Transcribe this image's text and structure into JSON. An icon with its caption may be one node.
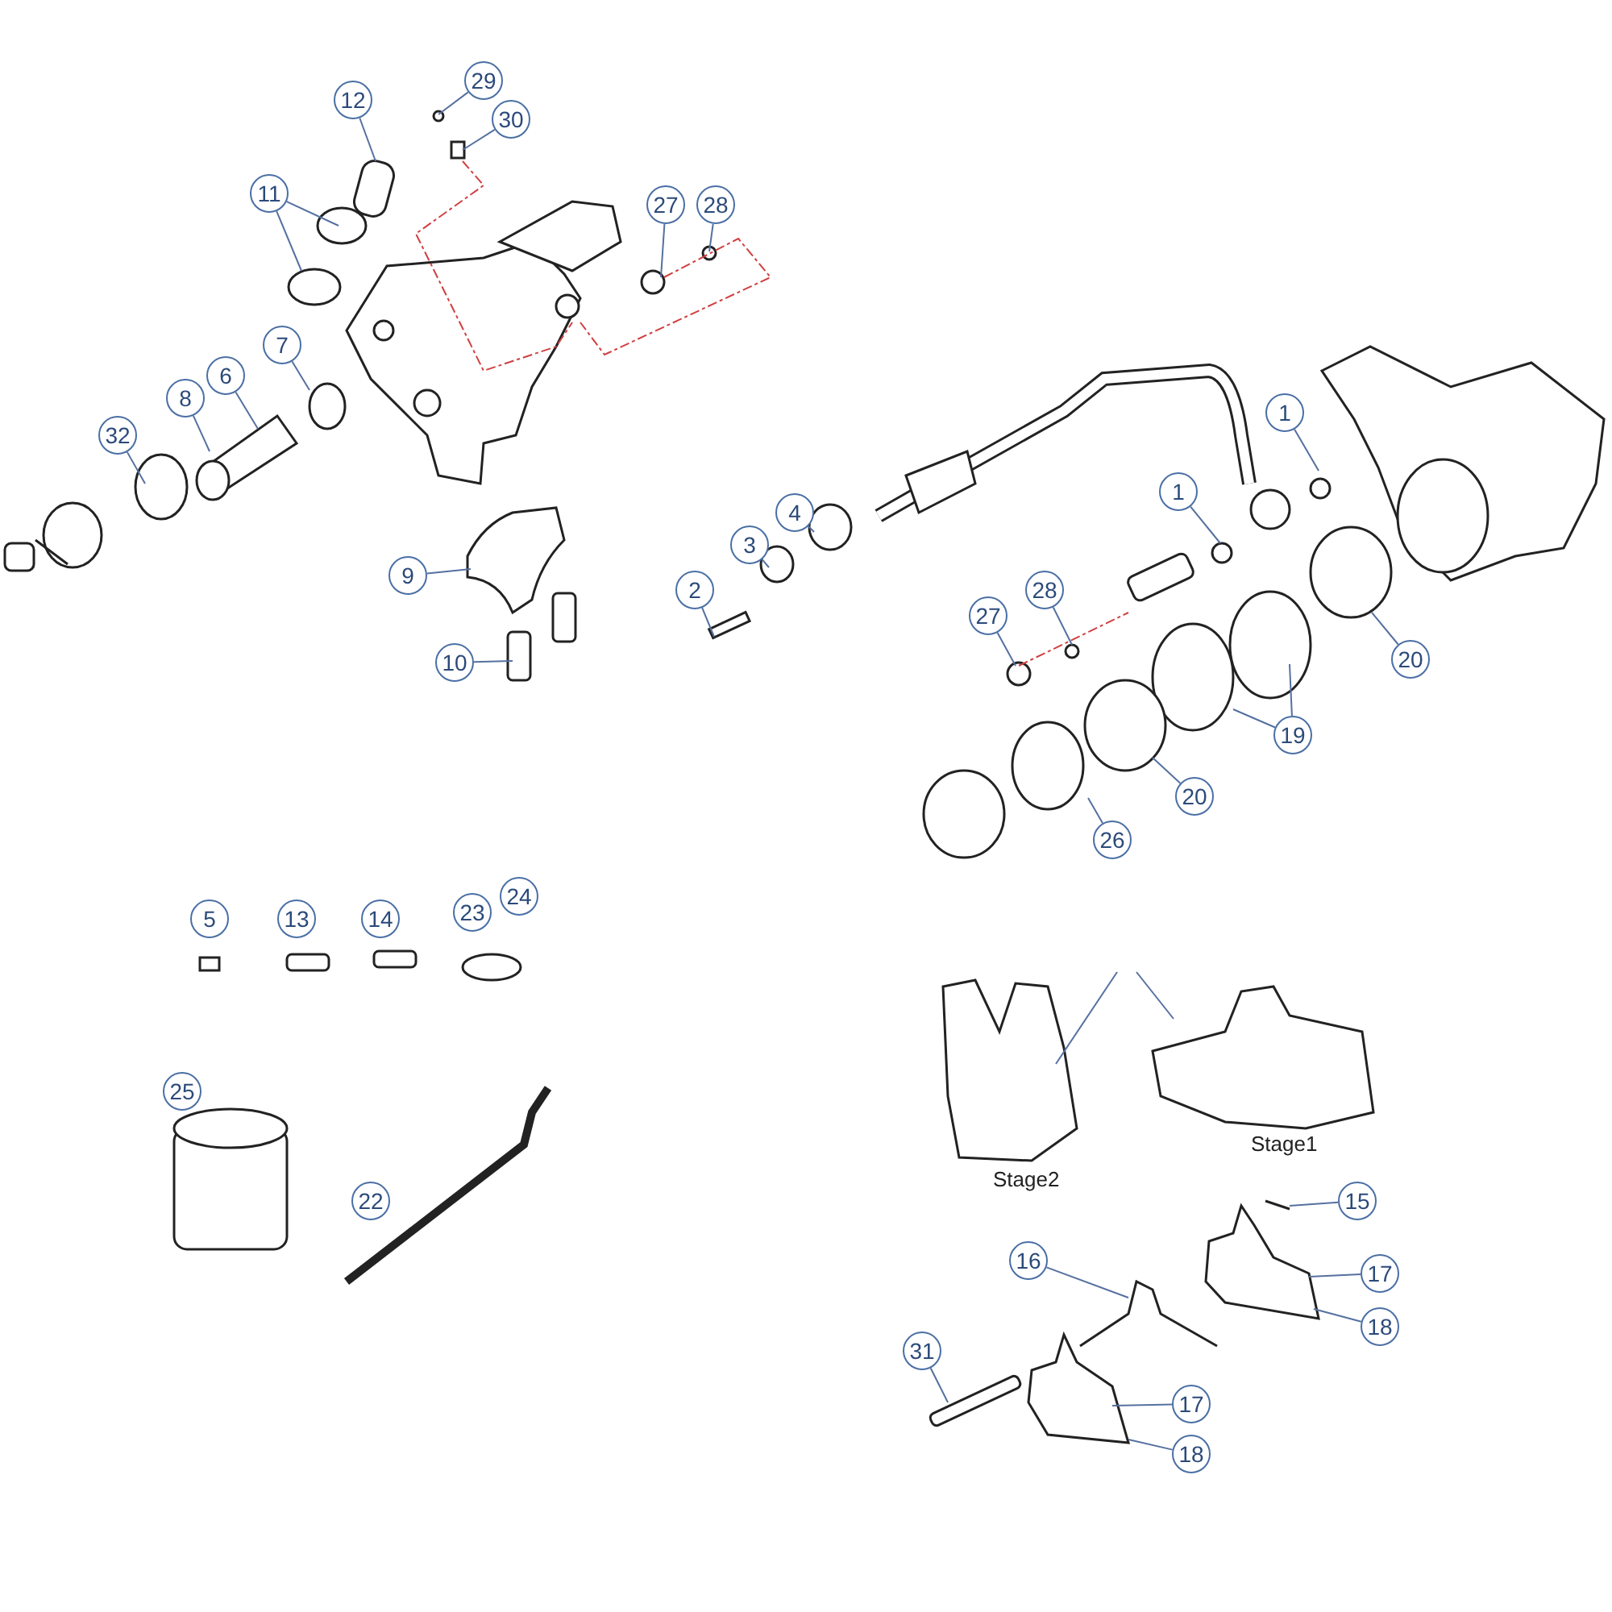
{
  "diagram": {
    "nodes": [
      {
        "text": [
          "29"
        ]
      },
      {
        "text": [
          "30"
        ]
      },
      {
        "text": [
          "12"
        ]
      },
      {
        "text": [
          "11"
        ]
      },
      {
        "text": [
          "27"
        ]
      },
      {
        "text": [
          "28"
        ]
      },
      {
        "text": [
          "7"
        ]
      },
      {
        "text": [
          "6"
        ]
      },
      {
        "text": [
          "8"
        ]
      },
      {
        "text": [
          "32"
        ]
      },
      {
        "text": [
          "9"
        ]
      },
      {
        "text": [
          "10"
        ]
      },
      {
        "text": [
          "2"
        ]
      },
      {
        "text": [
          "3"
        ]
      },
      {
        "text": [
          "4"
        ]
      },
      {
        "text": [
          "1"
        ]
      },
      {
        "text": [
          "1"
        ]
      },
      {
        "text": [
          "28"
        ]
      },
      {
        "text": [
          "27"
        ]
      },
      {
        "text": [
          "20"
        ]
      },
      {
        "text": [
          "19"
        ]
      },
      {
        "text": [
          "20"
        ]
      },
      {
        "text": [
          "26"
        ]
      },
      {
        "text": [
          "15"
        ]
      },
      {
        "text": [
          "16"
        ]
      },
      {
        "text": [
          "17"
        ]
      },
      {
        "text": [
          "18"
        ]
      },
      {
        "text": [
          "31"
        ]
      },
      {
        "text": [
          "17"
        ]
      },
      {
        "text": [
          "18"
        ]
      },
      {
        "text": [
          "5"
        ]
      },
      {
        "text": [
          "13"
        ]
      },
      {
        "text": [
          "14"
        ]
      },
      {
        "text": [
          "23"
        ]
      },
      {
        "text": [
          "24"
        ]
      },
      {
        "text": [
          "25"
        ]
      },
      {
        "text": [
          "22"
        ]
      }
    ],
    "edges": [
      {
        "from": 0,
        "to": null,
        "arrow": "none"
      },
      {
        "from": 1,
        "to": null,
        "arrow": "none"
      },
      {
        "from": 2,
        "to": null,
        "arrow": "none"
      },
      {
        "from": 3,
        "to": null,
        "arrow": "none"
      },
      {
        "from": 3,
        "to": null,
        "arrow": "none"
      },
      {
        "from": 4,
        "to": null,
        "arrow": "none"
      },
      {
        "from": 5,
        "to": null,
        "arrow": "none"
      },
      {
        "from": 6,
        "to": null,
        "arrow": "none"
      },
      {
        "from": 7,
        "to": null,
        "arrow": "none"
      },
      {
        "from": 8,
        "to": null,
        "arrow": "none"
      },
      {
        "from": 9,
        "to": null,
        "arrow": "none"
      },
      {
        "from": 10,
        "to": null,
        "arrow": "none"
      },
      {
        "from": 11,
        "to": null,
        "arrow": "none"
      },
      {
        "from": 12,
        "to": null,
        "arrow": "none"
      },
      {
        "from": 13,
        "to": null,
        "arrow": "none"
      },
      {
        "from": 14,
        "to": null,
        "arrow": "none"
      },
      {
        "from": 15,
        "to": null,
        "arrow": "none"
      },
      {
        "from": 16,
        "to": null,
        "arrow": "none"
      },
      {
        "from": 17,
        "to": null,
        "arrow": "none"
      },
      {
        "from": 18,
        "to": null,
        "arrow": "none"
      },
      {
        "from": 19,
        "to": null,
        "arrow": "none"
      },
      {
        "from": 20,
        "to": null,
        "arrow": "none"
      },
      {
        "from": 20,
        "to": null,
        "arrow": "none"
      },
      {
        "from": 21,
        "to": null,
        "arrow": "none"
      },
      {
        "from": 22,
        "to": null,
        "arrow": "none"
      },
      {
        "from": 23,
        "to": null,
        "arrow": "none"
      },
      {
        "from": 24,
        "to": null,
        "arrow": "none"
      },
      {
        "from": 25,
        "to": null,
        "arrow": "none"
      },
      {
        "from": 26,
        "to": null,
        "arrow": "none"
      },
      {
        "from": 27,
        "to": null,
        "arrow": "none"
      },
      {
        "from": 28,
        "to": null,
        "arrow": "none"
      },
      {
        "from": 29,
        "to": null,
        "arrow": "none"
      }
    ],
    "labels": [
      "Stage2",
      "Stage1"
    ]
  }
}
